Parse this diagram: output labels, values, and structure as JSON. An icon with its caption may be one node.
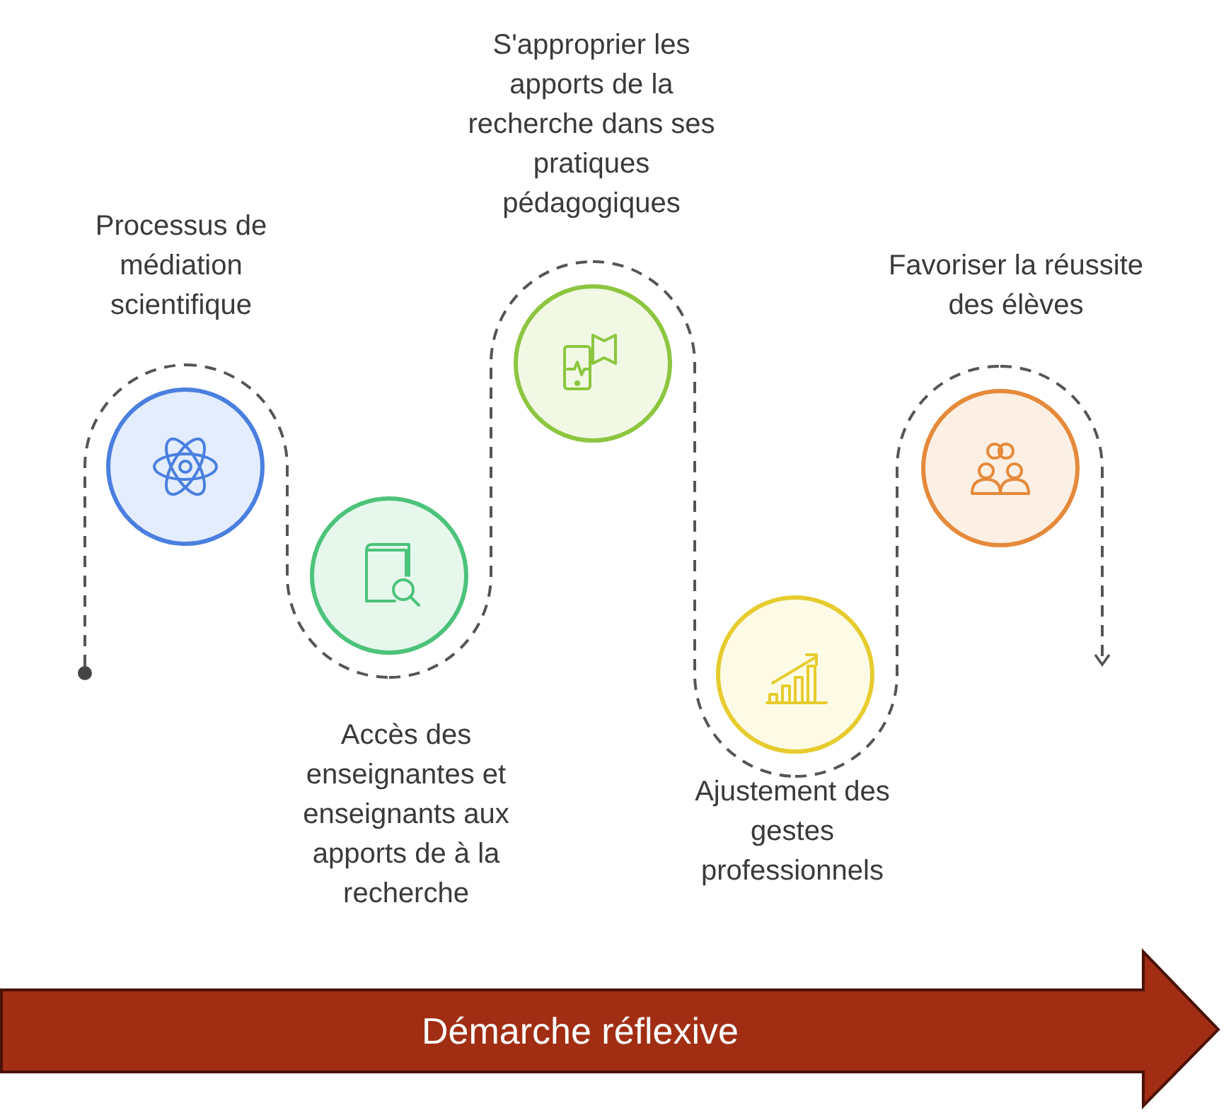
{
  "diagram": {
    "nodes": [
      {
        "text": [],
        "shape": "circle"
      },
      {
        "text": [],
        "shape": "circle",
        "beside": [
          "Processus de médiation scientifique"
        ]
      },
      {
        "text": [],
        "shape": "circle",
        "beside": [
          "Accès des enseignantes et enseignants aux apports de à la recherche"
        ]
      },
      {
        "text": [],
        "shape": "circle",
        "beside": [
          "S'approprier les apports de la recherche dans ses pratiques pédagogiques"
        ]
      },
      {
        "text": [],
        "shape": "circle",
        "beside": [
          "Ajustement des gestes professionnels"
        ]
      },
      {
        "text": [],
        "shape": "circle",
        "beside": [
          "Favoriser la réussite des élèves"
        ]
      },
      {
        "text": [
          "Démarche réflexive"
        ]
      }
    ],
    "edges": [
      {
        "from": 0,
        "to": 1,
        "arrow": "none",
        "style": "dashed"
      },
      {
        "from": 1,
        "to": 2,
        "arrow": "none",
        "style": "dashed"
      },
      {
        "from": 2,
        "to": 3,
        "arrow": "none",
        "style": "dashed"
      },
      {
        "from": 3,
        "to": 4,
        "arrow": "none",
        "style": "dashed"
      },
      {
        "from": 4,
        "to": 5,
        "arrow": "none",
        "style": "dashed"
      },
      {
        "from": 5,
        "to": null,
        "arrow": "to",
        "style": "dashed"
      }
    ]
  }
}
